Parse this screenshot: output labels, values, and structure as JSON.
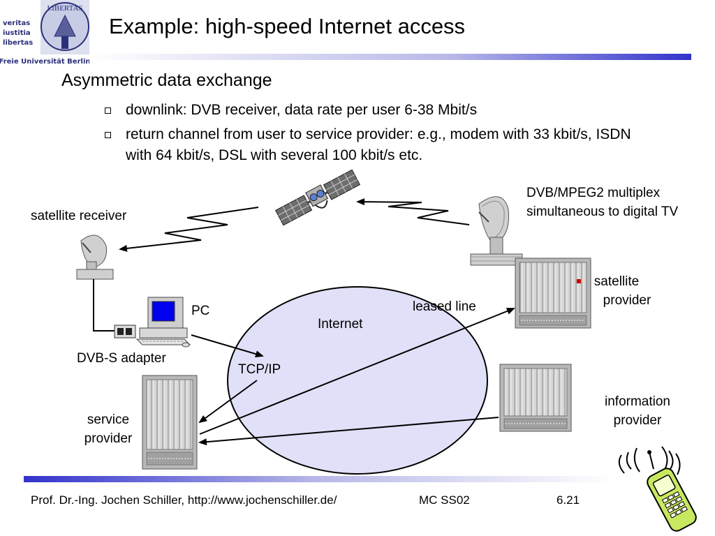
{
  "logo": {
    "words": [
      "veritas",
      "iustitia",
      "libertas"
    ],
    "seal_text": "LIBERTAS",
    "university": "Freie Universität Berlin"
  },
  "title": "Example: high-speed Internet access",
  "heading": "Asymmetric data exchange",
  "bullets": [
    "downlink: DVB receiver, data rate per user 6-38 Mbit/s",
    "return channel from user to service provider: e.g., modem with 33 kbit/s, ISDN with 64 kbit/s, DSL with several 100 kbit/s etc."
  ],
  "diagram": {
    "satellite_receiver": "satellite receiver",
    "multiplex_line1": "DVB/MPEG2 multiplex",
    "multiplex_line2": "simultaneous to digital TV",
    "pc": "PC",
    "dvb_adapter": "DVB-S adapter",
    "internet": "Internet",
    "leased_line": "leased line",
    "tcp_ip": "TCP/IP",
    "satellite_provider_line1": "satellite",
    "satellite_provider_line2": "provider",
    "service_provider_line1": "service",
    "service_provider_line2": "provider",
    "information_provider_line1": "information",
    "information_provider_line2": "provider"
  },
  "colors": {
    "accent_blue": "#3333cc",
    "internet_fill": "#e0e0f8",
    "monitor_blue": "#0000ee"
  },
  "footer": {
    "author": "Prof. Dr.-Ing. Jochen Schiller, http://www.jochenschiller.de/",
    "course": "MC SS02",
    "page": "6.21"
  }
}
